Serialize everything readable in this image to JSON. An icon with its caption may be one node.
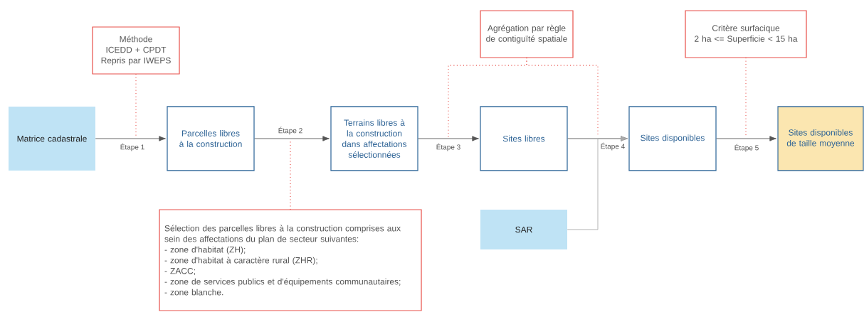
{
  "diagram": {
    "nodes": [
      {
        "text": [
          "Méthode ICEDD + CPDT",
          "Repris par IWEPS"
        ]
      },
      {
        "text": [
          "Agrégation par règle de contiguïté spatiale"
        ]
      },
      {
        "text": [
          "Critère surfacique",
          "2 ha <= Superficie < 15 ha"
        ]
      },
      {
        "text": [
          "Matrice cadastrale"
        ]
      },
      {
        "text": [
          "Parcelles libres à la construction"
        ]
      },
      {
        "text": [
          "Terrains libres à la construction dans affectations sélectionnées"
        ]
      },
      {
        "text": [
          "Sites libres"
        ]
      },
      {
        "text": [
          "Sites disponibles"
        ]
      },
      {
        "text": [
          "Sites disponibles de taille moyenne"
        ]
      },
      {
        "text": [
          "SAR"
        ]
      },
      {
        "text": [
          "Sélection des parcelles libres à la construction comprises aux sein des affectations du plan de secteur suivantes:",
          "- zone d'habitat (ZH);",
          "- zone d'habitat à caractère rural (ZHR);",
          "- ZACC;",
          "- zone de services publics et d'équipements communautaires;",
          "- zone blanche."
        ]
      }
    ],
    "edges": [
      {
        "from": 3,
        "to": 4,
        "arrow": "to",
        "label": "Étape 1"
      },
      {
        "from": 4,
        "to": 5,
        "arrow": "to",
        "label": "Étape 2"
      },
      {
        "from": 5,
        "to": 6,
        "arrow": "to",
        "label": "Étape 3"
      },
      {
        "from": 6,
        "to": 7,
        "arrow": "to",
        "label": "Étape 4"
      },
      {
        "from": 7,
        "to": 8,
        "arrow": "to",
        "label": "Étape 5"
      },
      {
        "from": 9,
        "to": 7,
        "arrow": "to",
        "color": "#aaaaaa"
      },
      {
        "from": 0,
        "to": null,
        "arrow": "none",
        "style": "dashed",
        "color": "#e8504a"
      },
      {
        "from": 10,
        "to": null,
        "arrow": "none",
        "style": "dashed",
        "color": "#e8504a"
      },
      {
        "from": 1,
        "to": null,
        "arrow": "none",
        "style": "dashed",
        "color": "#e8504a"
      },
      {
        "from": 1,
        "to": null,
        "arrow": "none",
        "style": "dashed",
        "color": "#e8504a"
      },
      {
        "from": 2,
        "to": null,
        "arrow": "none",
        "style": "dashed",
        "color": "#e8504a"
      }
    ]
  }
}
